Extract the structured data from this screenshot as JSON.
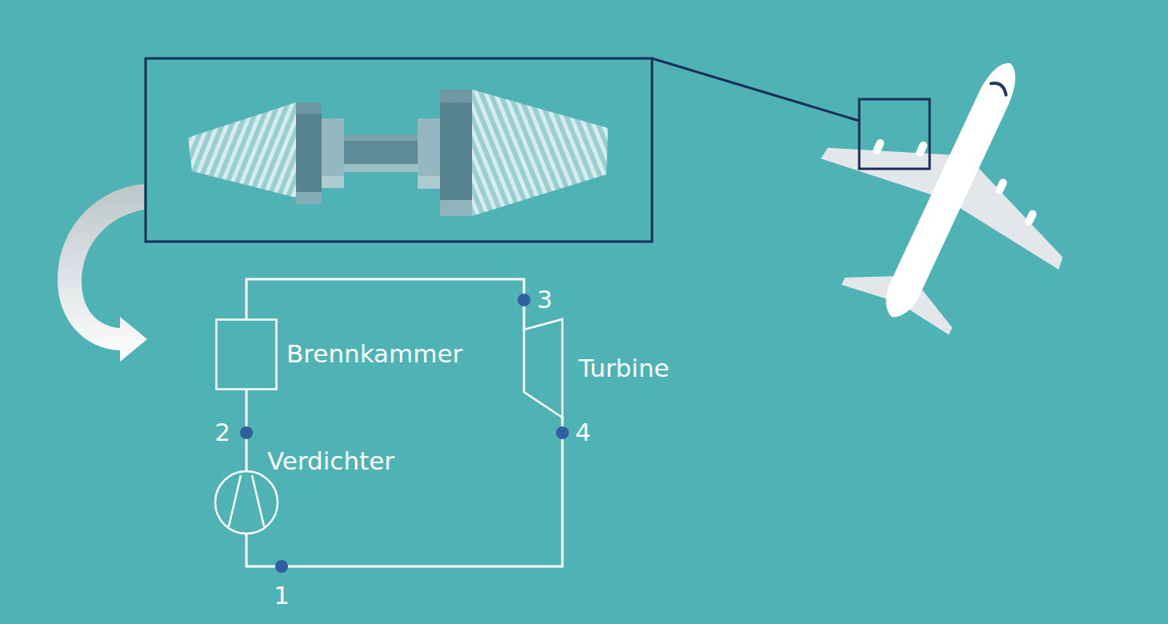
{
  "diagram": {
    "nodes": [
      {
        "text": [
          "Brennkammer"
        ]
      },
      {
        "text": [
          "Verdichter"
        ]
      },
      {
        "text": [
          "Turbine"
        ]
      }
    ],
    "edges": [
      {
        "from": 1,
        "to": 0,
        "arrow": "none"
      },
      {
        "from": 0,
        "to": 2,
        "arrow": "none"
      },
      {
        "from": 2,
        "to": 1,
        "arrow": "none"
      }
    ],
    "labels": [
      "3",
      "2",
      "4",
      "1"
    ]
  }
}
